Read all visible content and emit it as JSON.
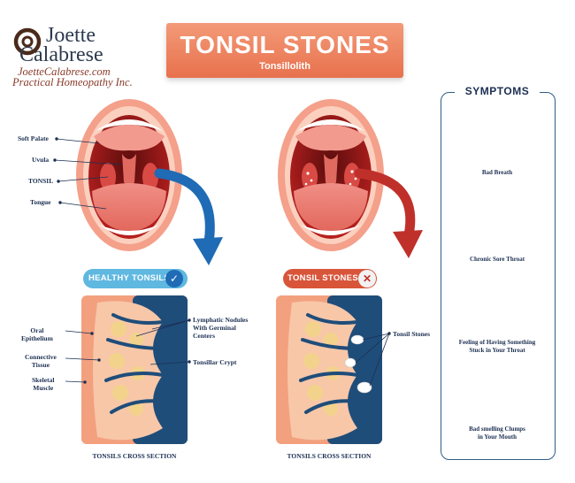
{
  "logo": {
    "name_line1": "Joette",
    "name_line2": "Calabrese",
    "website": "JoetteCalabrese.com",
    "company": "Practical Homeopathy Inc."
  },
  "title": {
    "main": "TONSIL STONES",
    "sub": "Tonsillolith"
  },
  "mouth_labels": {
    "soft_palate": "Soft Palate",
    "uvula": "Uvula",
    "tonsil": "TONSIL",
    "tongue": "Tongue"
  },
  "badges": {
    "healthy": "HEALTHY TONSILS",
    "stones": "TONSIL STONES"
  },
  "cross_labels": {
    "oral_epithelium": [
      "Oral",
      "Epithelium"
    ],
    "connective_tissue": [
      "Connective",
      "Tissue"
    ],
    "skeletal_muscle": [
      "Skeletal",
      "Muscle"
    ],
    "lymphatic_nodules": [
      "Lymphatic Nodules",
      "With Germinal",
      "Centers"
    ],
    "tonsillar_crypt": "Tonsillar Crypt",
    "tonsil_stones": "Tonsil Stones"
  },
  "captions": {
    "left": "TONSILS CROSS SECTION",
    "right": "TONSILS CROSS SECTION"
  },
  "symptoms": {
    "heading": "SYMPTOMS",
    "items": [
      {
        "caption": [
          "Bad Breath"
        ]
      },
      {
        "caption": [
          "Chronic Sore Throat"
        ]
      },
      {
        "caption": [
          "Feeling of Having Something",
          "Stuck in Your Throat"
        ]
      },
      {
        "caption": [
          "Bad smelling Clumps",
          "in Your Mouth"
        ]
      }
    ]
  },
  "colors": {
    "navy": "#1c2f52",
    "blue_arrow": "#1f6bb5",
    "red_arrow": "#c0302b",
    "healthy_pill": "#5fb8e0",
    "stones_pill": "#d8553a",
    "skin": "#f4b59a",
    "mouth_red": "#b8201f"
  }
}
